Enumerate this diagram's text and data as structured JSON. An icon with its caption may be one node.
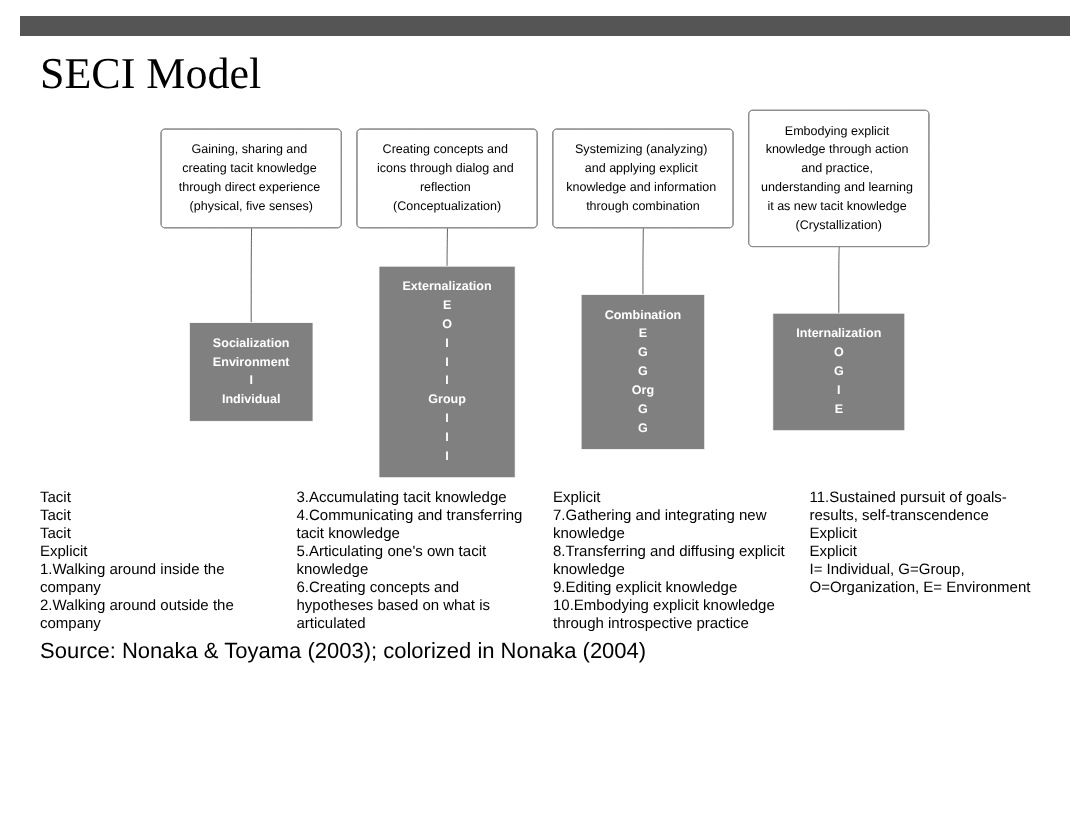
{
  "diagram": {
    "title": "SECI Model",
    "caption": "Source: Nonaka & Toyama (2003); colorized in Nonaka (2004)",
    "nodes": [
      {
        "text": [
          "Gaining, sharing and creating tacit knowledge through direct experience (physical, five senses)"
        ]
      },
      {
        "text": [
          "Socialization",
          "Environment",
          "I",
          "Individual"
        ]
      },
      {
        "text": [
          "Externalization",
          "E",
          "O",
          "I",
          "I",
          "I",
          "Group",
          "I",
          "I",
          "I"
        ]
      },
      {
        "text": [
          "Creating concepts and icons through dialog and reflection (Conceptualization)"
        ]
      },
      {
        "text": [
          "Internalization",
          "O",
          "G",
          "I",
          "E"
        ]
      },
      {
        "text": [
          "Combination",
          "E",
          "G",
          "G",
          "Org",
          "G",
          "G"
        ]
      },
      {
        "text": [
          "Systemizing (analyzing) and applying explicit knowledge and information through combination"
        ]
      },
      {
        "text": [
          "Embodying explicit knowledge through action and practice, understanding and learning it as new tacit knowledge (Crystallization)"
        ]
      }
    ],
    "edges": [
      {
        "from": 0,
        "to": 1,
        "arrow": "none"
      },
      {
        "from": 3,
        "to": 2,
        "arrow": "none"
      },
      {
        "from": 6,
        "to": 5,
        "arrow": "none"
      },
      {
        "from": 7,
        "to": 4,
        "arrow": "none"
      }
    ],
    "labels": [
      "Tacit",
      "Tacit",
      "Tacit",
      "Explicit",
      "1.Walking around inside the company",
      "2.Walking around outside the company",
      "3.Accumulating tacit knowledge",
      "4.Communicating and transferring tacit knowledge",
      "5.Articulating one's own tacit knowledge",
      "6.Creating concepts and hypotheses based on what is articulated",
      "Explicit",
      "7.Gathering and integrating new knowledge",
      "8.Transferring and diffusing explicit knowledge",
      "9.Editing explicit knowledge",
      "10.Embodying explicit knowledge through introspective practice",
      "11.Sustained pursuit of goals-results, self-transcendence",
      "Explicit",
      "Explicit",
      "I= Individual, G=Group, O=Organization, E= Environment"
    ]
  }
}
